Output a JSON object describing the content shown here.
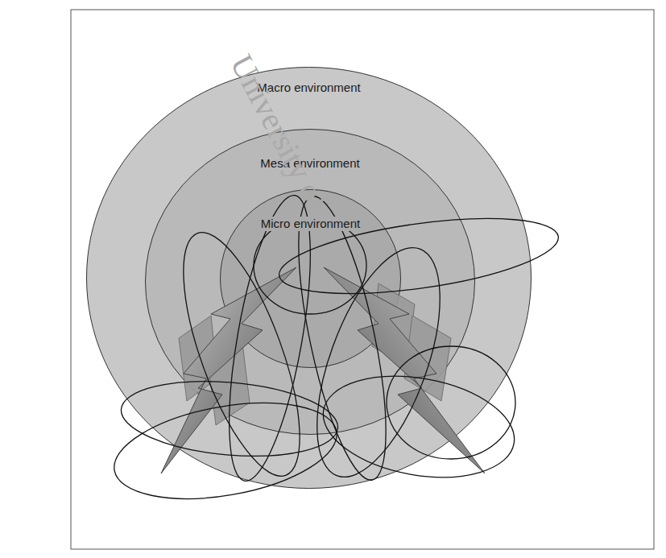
{
  "diagram": {
    "nodes": [
      {
        "text": [
          "Macro environment"
        ]
      },
      {
        "text": [
          "Mesa environment"
        ],
        "in": 0
      },
      {
        "text": [
          "Micro environment"
        ],
        "in": 1
      }
    ],
    "labels": [
      "University of"
    ]
  }
}
